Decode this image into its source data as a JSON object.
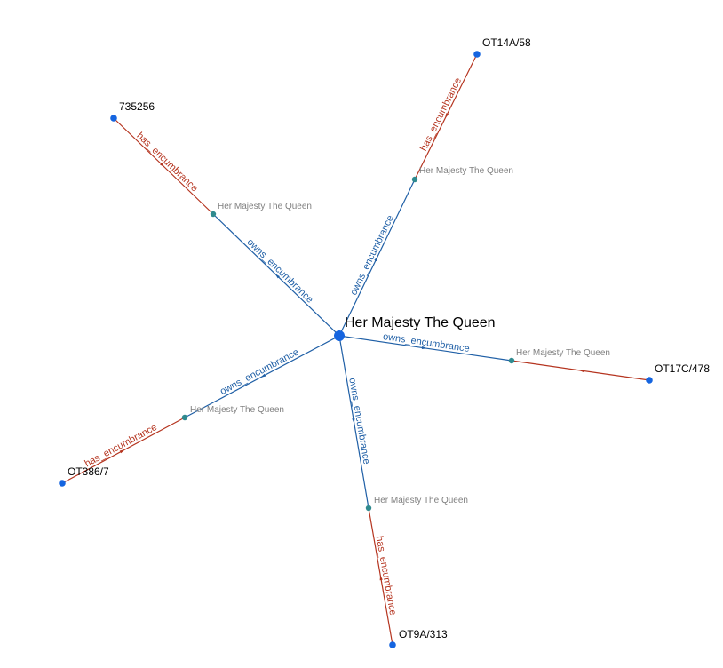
{
  "colors": {
    "owns": "#1f5fa6",
    "has": "#b5341f",
    "hub_node": "#1565e0",
    "mid_node": "#2f8a8f",
    "mid_label": "#808080"
  },
  "center": {
    "label": "Her Majesty The Queen"
  },
  "branches": [
    {
      "title": "735256",
      "mid_label": "Her Majesty The Queen",
      "owns_label": "owns_encumbrance",
      "has_label": "has_encumbrance"
    },
    {
      "title": "OT14A/58",
      "mid_label": "Her Majesty The Queen",
      "owns_label": "owns_encumbrance",
      "has_label": "has_encumbrance"
    },
    {
      "title": "OT17C/478",
      "mid_label": "Her Majesty The Queen",
      "owns_label": "owns_encumbrance",
      "has_label": ""
    },
    {
      "title": "OT9A/313",
      "mid_label": "Her Majesty The Queen",
      "owns_label": "owns_encumbrance",
      "has_label": "has_encumbrance"
    },
    {
      "title": "OT386/7",
      "mid_label": "Her Majesty The Queen",
      "owns_label": "owns_encumbrance",
      "has_label": "has_encumbrance"
    }
  ]
}
